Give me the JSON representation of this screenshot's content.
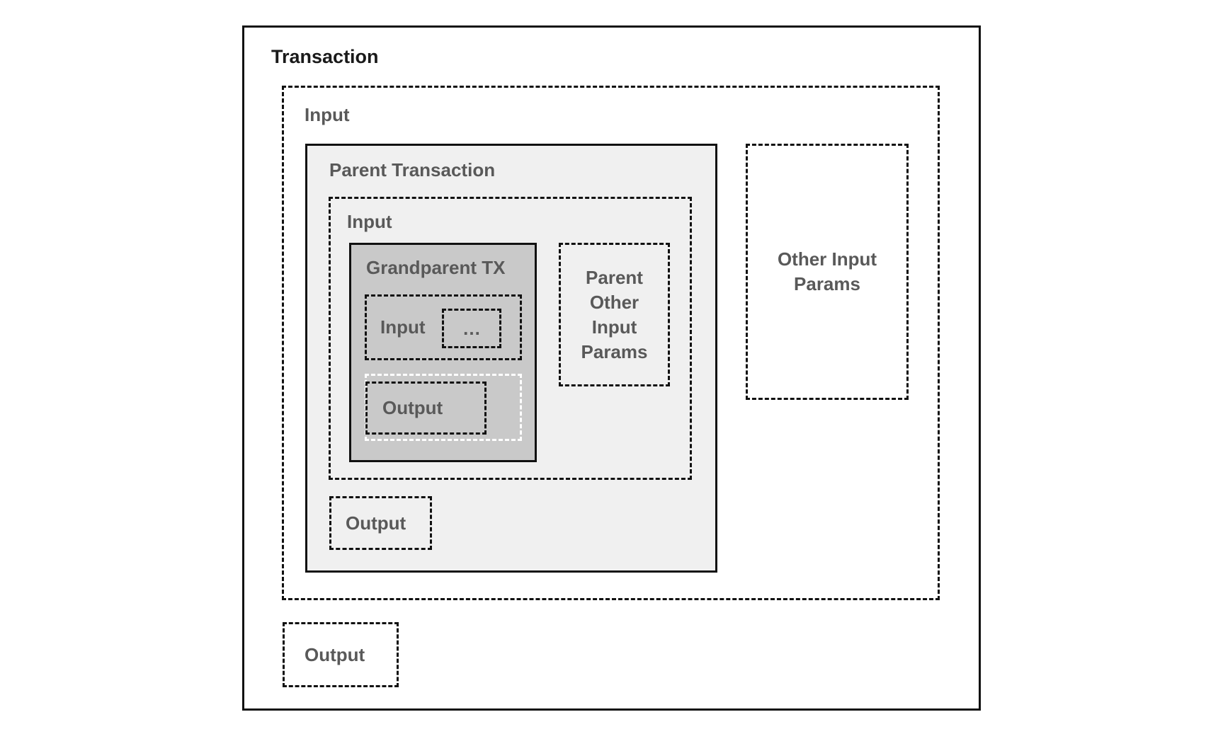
{
  "diagram": {
    "transaction": {
      "label": "Transaction"
    },
    "transaction_input": {
      "label": "Input"
    },
    "parent_transaction": {
      "label": "Parent Transaction"
    },
    "parent_input": {
      "label": "Input"
    },
    "grandparent_tx": {
      "label": "Grandparent TX"
    },
    "grandparent_input": {
      "label": "Input",
      "ellipsis": "…"
    },
    "grandparent_output": {
      "label": "Output"
    },
    "parent_other_input_params": {
      "line1": "Parent",
      "line2": "Other",
      "line3": "Input",
      "line4": "Params"
    },
    "parent_output": {
      "label": "Output"
    },
    "other_input_params": {
      "line1": "Other Input",
      "line2": "Params"
    },
    "transaction_output": {
      "label": "Output"
    }
  },
  "colors": {
    "background": "#ffffff",
    "border": "#111111",
    "title_text": "#1a1a1a",
    "label_text": "#595959",
    "parent_fill": "#f0f0f0",
    "grandparent_fill": "#c9c9c9",
    "highlight_dash": "#ffffff"
  }
}
